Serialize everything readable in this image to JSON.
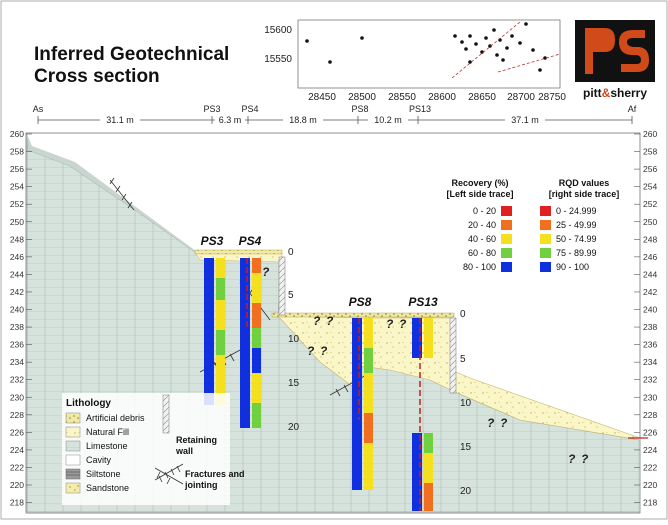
{
  "header": {
    "title_line1": "Inferred Geotechnical",
    "title_line2": "Cross section",
    "logo_text_a": "pitt",
    "logo_text_amp": "&",
    "logo_text_b": "sherry"
  },
  "location_map": {
    "y_ticks": [
      "15600",
      "15550"
    ],
    "x_ticks": [
      "28450",
      "28500",
      "28550",
      "28600",
      "28650",
      "28700",
      "28750"
    ]
  },
  "section_line": {
    "start_label": "As",
    "end_label": "Af",
    "boreholes": [
      "PS3",
      "PS4",
      "PS8",
      "PS13"
    ],
    "distances": [
      "31.1 m",
      "6.3 m",
      "18.8 m",
      "10.2 m",
      "37.1 m"
    ]
  },
  "elevation_axis": {
    "ticks": [
      "260",
      "258",
      "256",
      "254",
      "252",
      "250",
      "248",
      "246",
      "244",
      "242",
      "240",
      "238",
      "236",
      "234",
      "232",
      "230",
      "228",
      "226",
      "224",
      "222",
      "220",
      "218"
    ]
  },
  "boreholes": {
    "ps3": {
      "name": "PS3",
      "depth_ticks": []
    },
    "ps4": {
      "name": "PS4",
      "depth_ticks": [
        "0",
        "5",
        "10",
        "15",
        "20"
      ]
    },
    "ps8": {
      "name": "PS8",
      "depth_ticks": []
    },
    "ps13": {
      "name": "PS13",
      "depth_ticks": [
        "0",
        "5",
        "10",
        "15",
        "20"
      ]
    }
  },
  "question_mark": "?",
  "legend_recovery": {
    "title_line1": "Recovery (%)",
    "title_line2": "[Left side trace]",
    "items": [
      {
        "label": "0 - 20",
        "color": "#e02020"
      },
      {
        "label": "20 - 40",
        "color": "#f07020"
      },
      {
        "label": "40 - 60",
        "color": "#f5e020"
      },
      {
        "label": "60 - 80",
        "color": "#70d040"
      },
      {
        "label": "80 - 100",
        "color": "#1030e0"
      }
    ]
  },
  "legend_rqd": {
    "title_line1": "RQD values",
    "title_line2": "[right side trace]",
    "items": [
      {
        "label": "0 - 24.999",
        "color": "#e02020"
      },
      {
        "label": "25 - 49.99",
        "color": "#f07020"
      },
      {
        "label": "50 - 74.99",
        "color": "#f5e020"
      },
      {
        "label": "75 - 89.99",
        "color": "#70d040"
      },
      {
        "label": "90 - 100",
        "color": "#1030e0"
      }
    ]
  },
  "lithology": {
    "title": "Lithology",
    "items": [
      {
        "label": "Artificial debris"
      },
      {
        "label": "Natural Fill"
      },
      {
        "label": "Limestone"
      },
      {
        "label": "Cavity"
      },
      {
        "label": "Siltstone"
      },
      {
        "label": "Sandstone"
      }
    ],
    "retaining_wall_line1": "Retaining",
    "retaining_wall_line2": "wall",
    "fractures_line1": "Fractures and",
    "fractures_line2": "jointing"
  },
  "colors": {
    "limestone": "#d6e2dc",
    "natural_fill": "#fbf6c8",
    "artificial_debris": "#f4eeb0",
    "accent_red": "#d04a1a"
  }
}
